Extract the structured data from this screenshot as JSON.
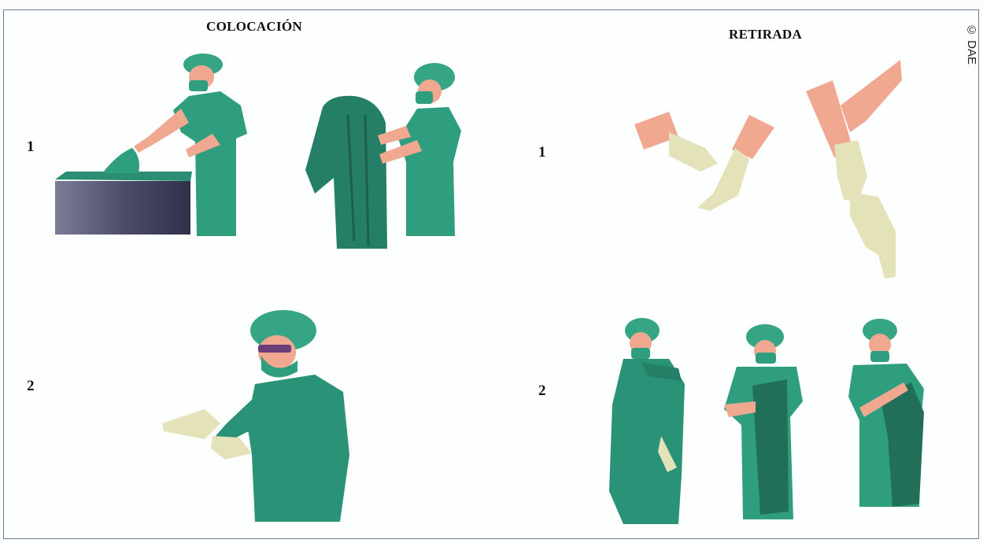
{
  "headings": {
    "left": "COLOCACIÓN",
    "right": "RETIRADA"
  },
  "step_numbers": {
    "left_1": "1",
    "left_2": "2",
    "right_1": "1",
    "right_2": "2"
  },
  "credit": "© DAE",
  "colors": {
    "scrubs": "#2e9e7f",
    "scrubs_dark": "#1d6e57",
    "skin": "#f0a890",
    "glove": "#e4e2b8",
    "table_side": "#4b4d6b",
    "frame": "#6d7f96"
  }
}
